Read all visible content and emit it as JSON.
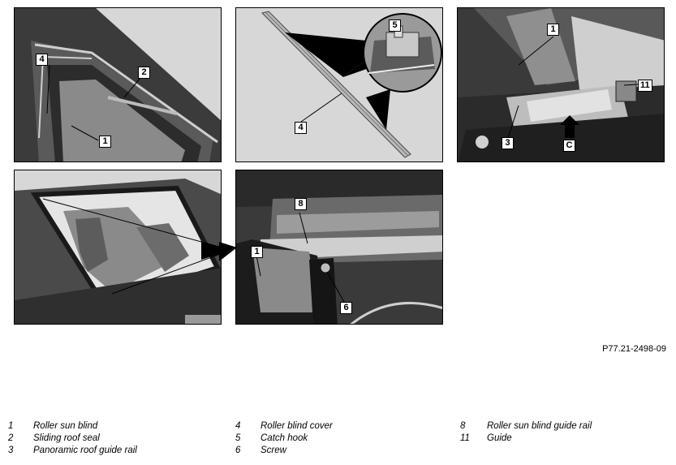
{
  "figure_reference": "P77.21-2498-09",
  "callouts": {
    "p1_4": "4",
    "p1_2": "2",
    "p1_1": "1",
    "p2_5": "5",
    "p2_4": "4",
    "p3_1": "1",
    "p3_11": "11",
    "p3_3": "3",
    "p3_C": "C",
    "p5_8": "8",
    "p5_1": "1",
    "p5_6": "6"
  },
  "legend": [
    [
      {
        "num": "1",
        "label": "Roller sun blind"
      },
      {
        "num": "2",
        "label": "Sliding roof seal"
      },
      {
        "num": "3",
        "label": "Panoramic roof guide rail"
      }
    ],
    [
      {
        "num": "4",
        "label": "Roller blind cover"
      },
      {
        "num": "5",
        "label": "Catch hook"
      },
      {
        "num": "6",
        "label": "Screw"
      }
    ],
    [
      {
        "num": "8",
        "label": "Roller sun blind guide rail"
      },
      {
        "num": "11",
        "label": "Guide"
      }
    ]
  ]
}
